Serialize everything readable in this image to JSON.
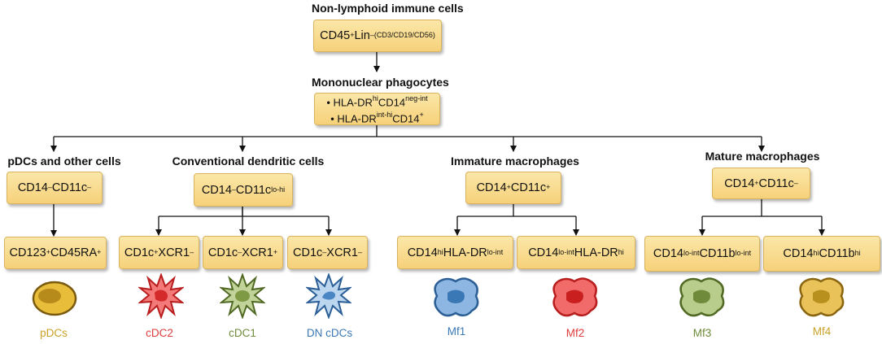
{
  "headers": {
    "top": "Non-lymphoid immune cells",
    "mono": "Mononuclear phagocytes",
    "pdc": "pDCs and other cells",
    "cdc": "Conventional dendritic cells",
    "imm": "Immature macrophages",
    "mat": "Mature macrophages"
  },
  "boxes": {
    "root": {
      "a": "CD45",
      "b": "+",
      "c": "Lin",
      "d": "–(CD3/CD19/CD56)"
    },
    "mono1": {
      "bullet": "• ",
      "a": "HLA-DR",
      "b": "hi",
      "c": "CD14",
      "d": "neg-int"
    },
    "mono2": {
      "bullet": "• ",
      "a": "HLA-DR",
      "b": "int-hi",
      "c": "CD14",
      "d": "+"
    },
    "pdc": {
      "a": "CD14",
      "b": "–",
      "c": "CD11c",
      "d": "–"
    },
    "pdc2": {
      "a": "CD123",
      "b": "+",
      "c": "CD45RA",
      "d": "+"
    },
    "cdc": {
      "a": "CD14",
      "b": "–",
      "c": "CD11c",
      "d": "lo-hi"
    },
    "cdc2": {
      "a": "CD1c",
      "b": "+",
      "c": "XCR1",
      "d": "–"
    },
    "cdc1": {
      "a": "CD1c",
      "b": "–",
      "c": "XCR1",
      "d": "+"
    },
    "dn": {
      "a": "CD1c",
      "b": "–",
      "c": "XCR1",
      "d": "–"
    },
    "imm": {
      "a": "CD14",
      "b": "+",
      "c": "CD11c",
      "d": "+"
    },
    "mf1": {
      "a": "CD14",
      "b": "hi",
      "c": "HLA-DR",
      "d": "lo-int"
    },
    "mf2": {
      "a": "CD14",
      "b": "lo-int",
      "c": "HLA-DR",
      "d": "hi"
    },
    "mat": {
      "a": "CD14",
      "b": "+",
      "c": "CD11c",
      "d": "–"
    },
    "mf3": {
      "a": "CD14",
      "b": "lo-int",
      "c": "CD11b",
      "d": "lo-int"
    },
    "mf4": {
      "a": "CD14",
      "b": "hi",
      "c": "CD11b",
      "d": "hi"
    }
  },
  "cells": {
    "pdcs": {
      "label": "pDCs",
      "color": "#c9a227"
    },
    "cdc2": {
      "label": "cDC2",
      "color": "#e03c3c"
    },
    "cdc1": {
      "label": "cDC1",
      "color": "#6e8a3a"
    },
    "dncdcs": {
      "label": "DN cDCs",
      "color": "#3a78b5"
    },
    "mf1": {
      "label": "Mf1",
      "color": "#3a78b5"
    },
    "mf2": {
      "label": "Mf2",
      "color": "#e03c3c"
    },
    "mf3": {
      "label": "Mf3",
      "color": "#6e8a3a"
    },
    "mf4": {
      "label": "Mf4",
      "color": "#c9a227"
    }
  }
}
